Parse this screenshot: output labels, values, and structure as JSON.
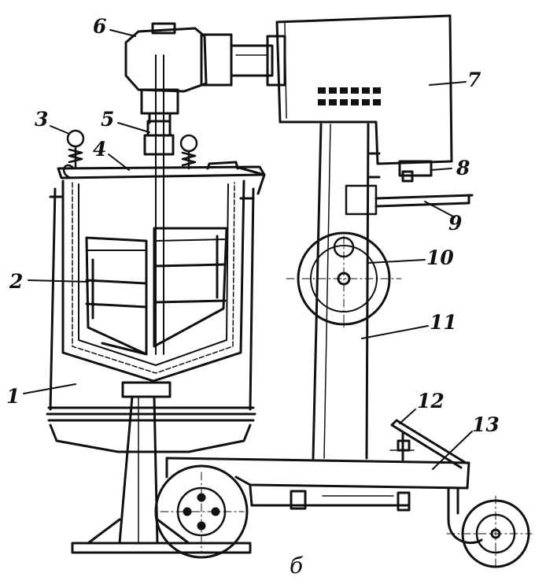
{
  "callouts": [
    {
      "id": "1",
      "text": "1"
    },
    {
      "id": "2",
      "text": "2"
    },
    {
      "id": "3",
      "text": "3"
    },
    {
      "id": "4",
      "text": "4"
    },
    {
      "id": "5",
      "text": "5"
    },
    {
      "id": "6",
      "text": "6"
    },
    {
      "id": "7",
      "text": "7"
    },
    {
      "id": "8",
      "text": "8"
    },
    {
      "id": "9",
      "text": "9"
    },
    {
      "id": "10",
      "text": "10"
    },
    {
      "id": "11",
      "text": "11"
    },
    {
      "id": "12",
      "text": "12"
    },
    {
      "id": "13",
      "text": "13"
    }
  ],
  "caption": "б"
}
